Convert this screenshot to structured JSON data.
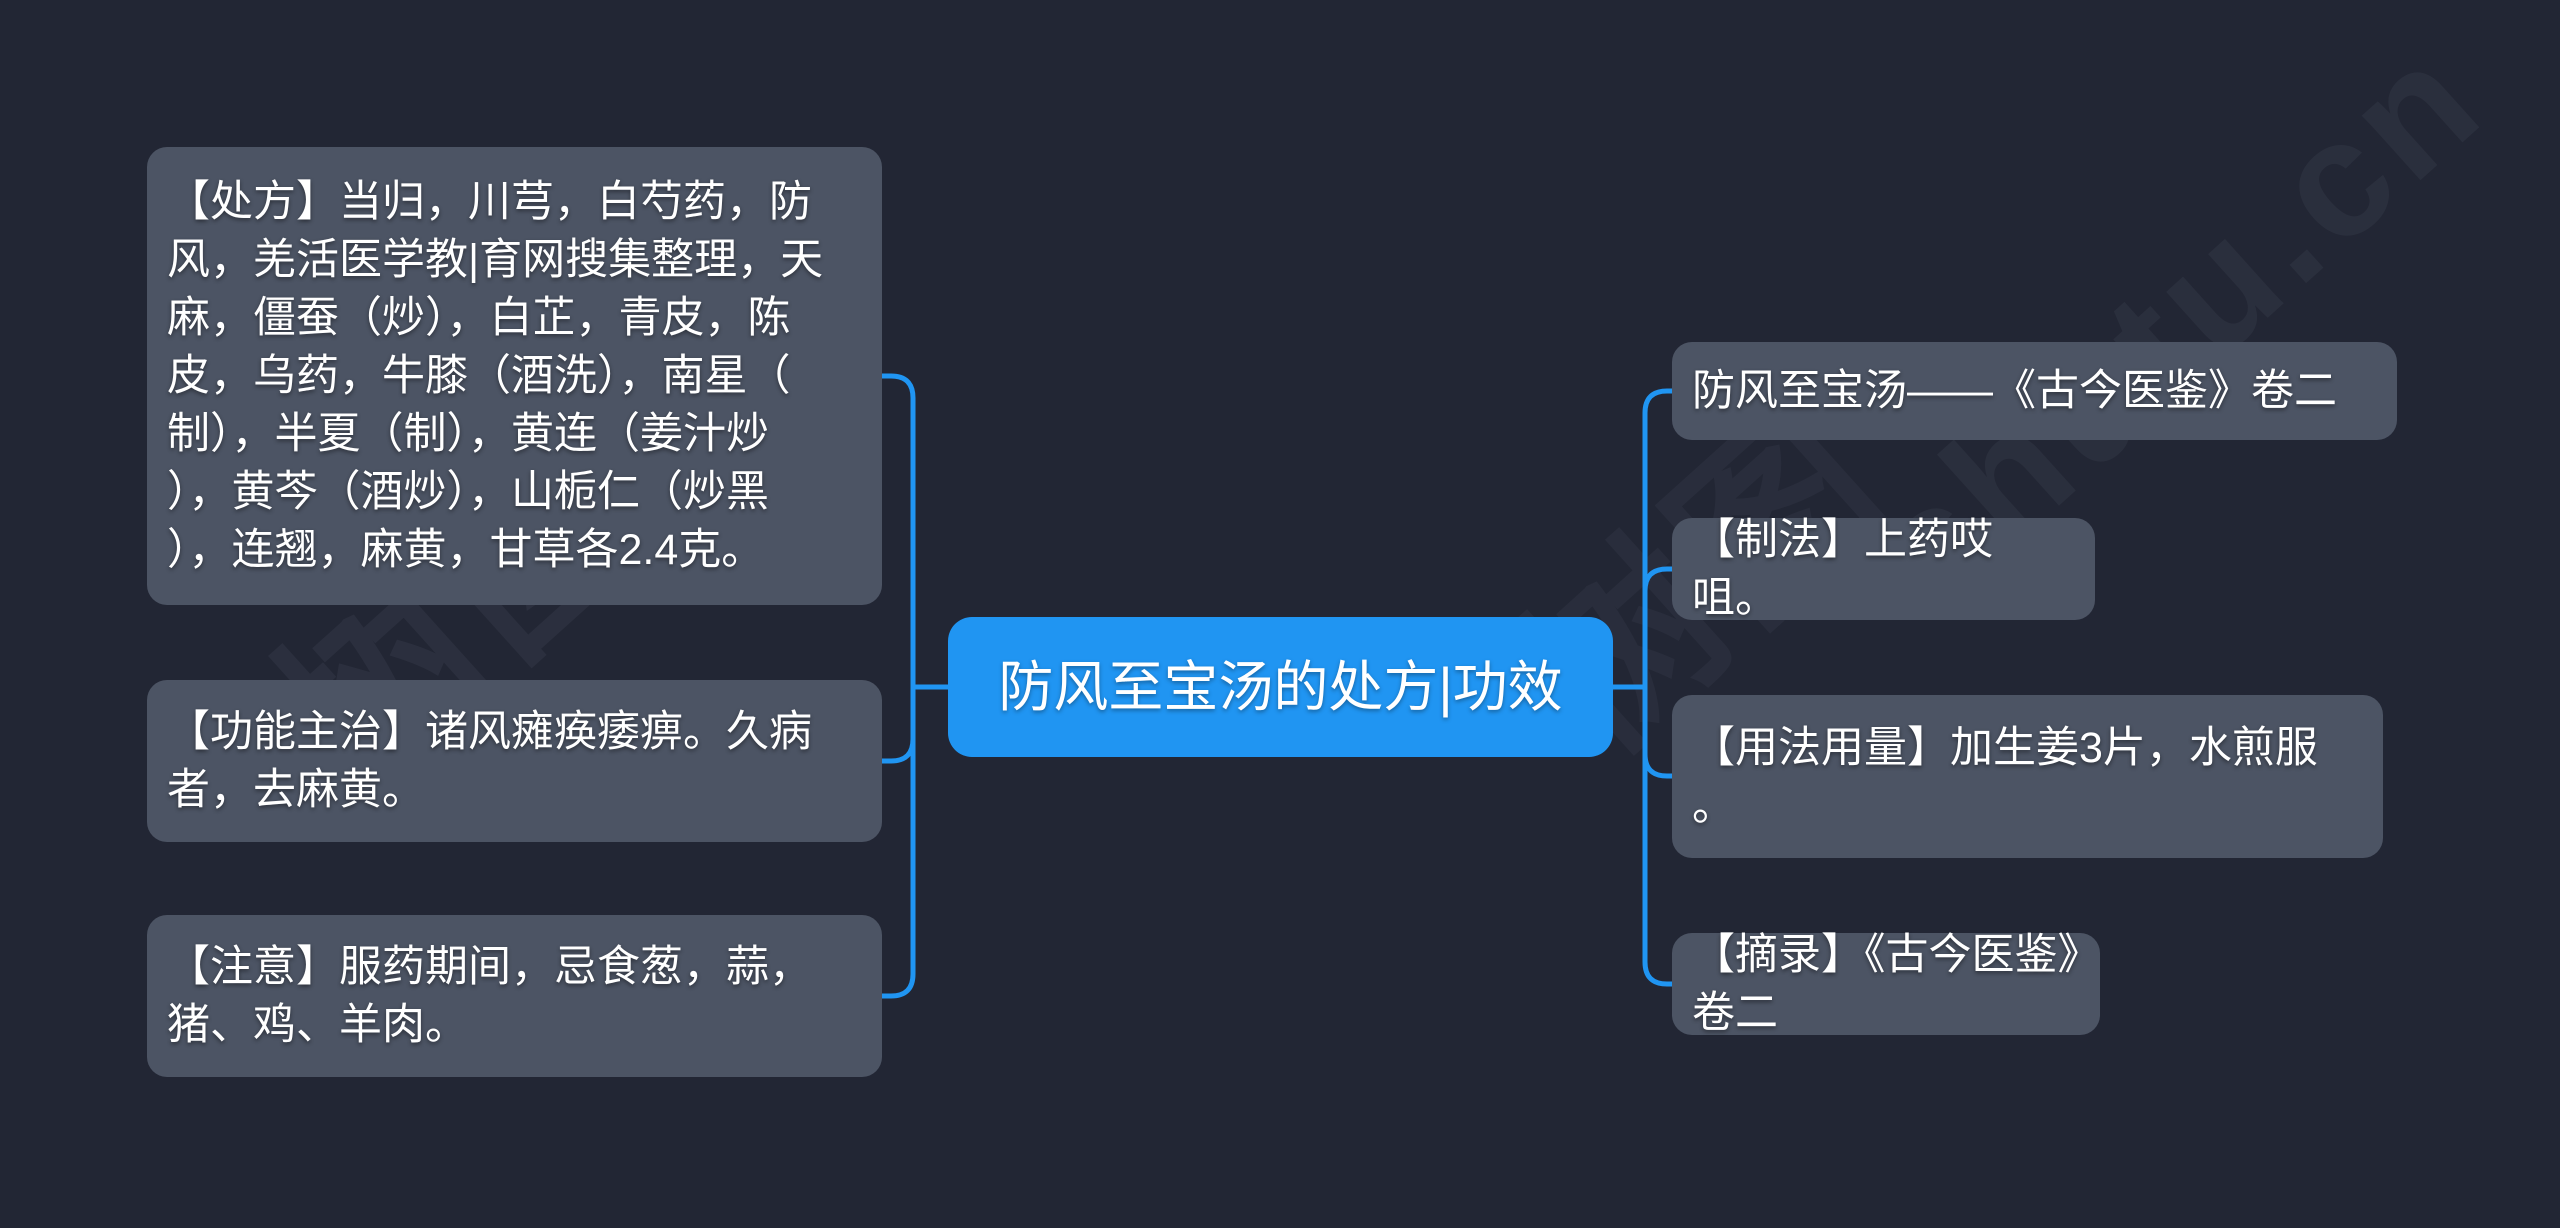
{
  "canvas": {
    "background_color": "#222634",
    "accent_color": "#2095f2",
    "node_color": "#4c5464",
    "text_color": "#ffffff"
  },
  "center_node": {
    "label": "防风至宝汤的处方|功效"
  },
  "left_nodes": [
    {
      "text": "【处方】当归，川芎，白芍药，防\n风，羌活医学教|育网搜集整理，天\n麻，僵蚕（炒），白芷，青皮，陈\n皮，乌药，牛膝（酒洗），南星（\n制），半夏（制），黄连（姜汁炒\n），黄芩（酒炒），山栀仁（炒黑\n），连翘，麻黄，甘草各2.4克。"
    },
    {
      "text": "【功能主治】诸风瘫痪痿痹。久病\n者，去麻黄。"
    },
    {
      "text": "【注意】服药期间，忌食葱，蒜，\n猪、鸡、羊肉。"
    }
  ],
  "right_nodes": [
    {
      "text": "防风至宝汤——《古今医鉴》卷二"
    },
    {
      "text": "【制法】上药哎咀。"
    },
    {
      "text": "【用法用量】加生姜3片，水煎服\n。"
    },
    {
      "text": "【摘录】《古今医鉴》卷二"
    }
  ],
  "watermarks": [
    {
      "text": "树图"
    },
    {
      "text": "树图"
    },
    {
      "text": "shutu.cn"
    }
  ]
}
